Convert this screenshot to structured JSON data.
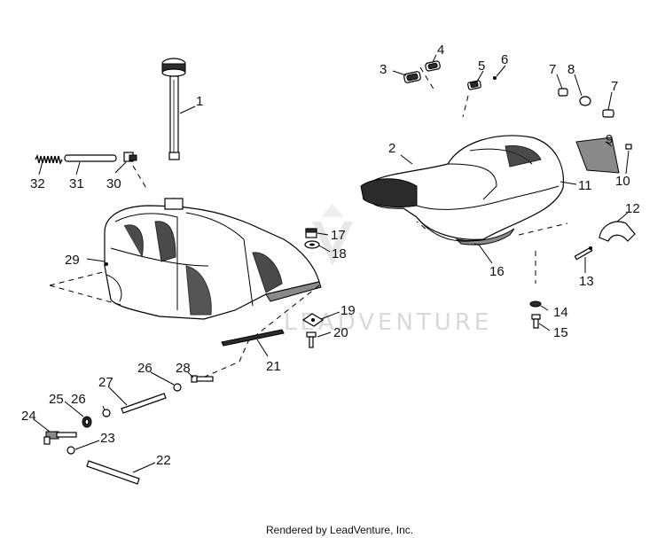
{
  "watermark": "LEADVENTURE",
  "footer": "Rendered by LeadVenture, Inc.",
  "callouts": [
    {
      "id": "c1",
      "label": "1"
    },
    {
      "id": "c2",
      "label": "2"
    },
    {
      "id": "c3",
      "label": "3"
    },
    {
      "id": "c4",
      "label": "4"
    },
    {
      "id": "c5",
      "label": "5"
    },
    {
      "id": "c6",
      "label": "6"
    },
    {
      "id": "c7a",
      "label": "7"
    },
    {
      "id": "c7b",
      "label": "7"
    },
    {
      "id": "c8",
      "label": "8"
    },
    {
      "id": "c9",
      "label": "9"
    },
    {
      "id": "c10",
      "label": "10"
    },
    {
      "id": "c11",
      "label": "11"
    },
    {
      "id": "c12",
      "label": "12"
    },
    {
      "id": "c13",
      "label": "13"
    },
    {
      "id": "c14",
      "label": "14"
    },
    {
      "id": "c15",
      "label": "15"
    },
    {
      "id": "c16",
      "label": "16"
    },
    {
      "id": "c17",
      "label": "17"
    },
    {
      "id": "c18",
      "label": "18"
    },
    {
      "id": "c19",
      "label": "19"
    },
    {
      "id": "c20",
      "label": "20"
    },
    {
      "id": "c21",
      "label": "21"
    },
    {
      "id": "c22",
      "label": "22"
    },
    {
      "id": "c23",
      "label": "23"
    },
    {
      "id": "c24",
      "label": "24"
    },
    {
      "id": "c25",
      "label": "25"
    },
    {
      "id": "c26a",
      "label": "26"
    },
    {
      "id": "c26b",
      "label": "26"
    },
    {
      "id": "c27",
      "label": "27"
    },
    {
      "id": "c28",
      "label": "28"
    },
    {
      "id": "c29",
      "label": "29"
    },
    {
      "id": "c30",
      "label": "30"
    },
    {
      "id": "c31",
      "label": "31"
    },
    {
      "id": "c32",
      "label": "32"
    }
  ]
}
